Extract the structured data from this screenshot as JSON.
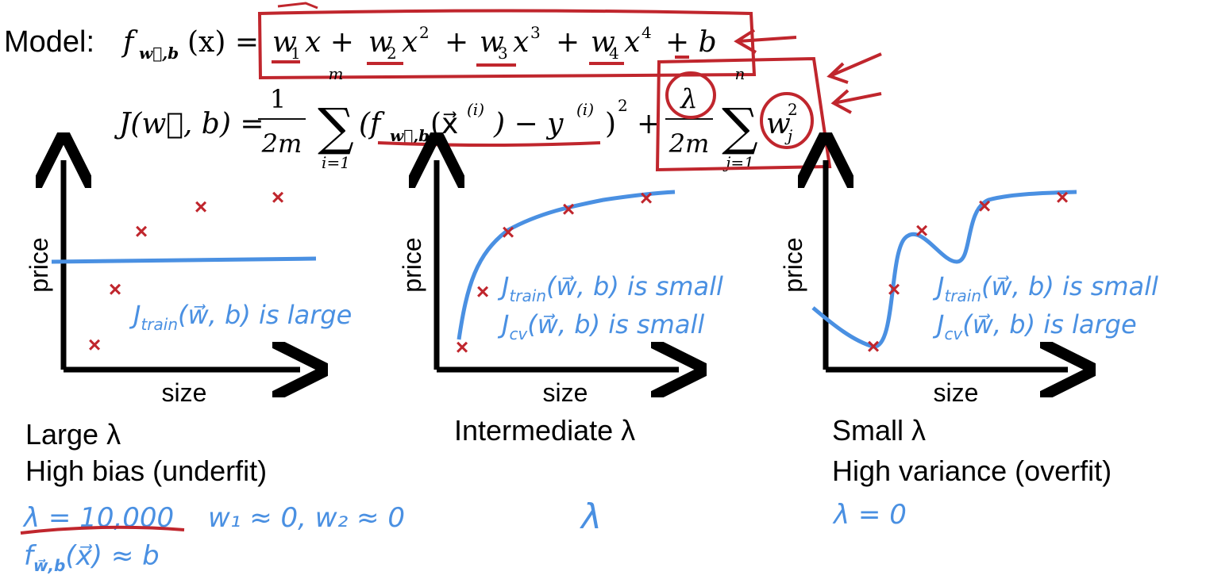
{
  "colors": {
    "ink": "#111111",
    "annotation_red": "#c0262d",
    "annotation_blue": "#4a90e2"
  },
  "equations": {
    "model_label": "Model:",
    "model_lhs": "f",
    "model_sub": "w⃗,b",
    "model_arg": "(x) =",
    "model_terms": {
      "t1": "w",
      "t1_sub": "1",
      "t1_x": "x +",
      "t2": "w",
      "t2_sub": "2",
      "t2_x": "x",
      "t2_pow": "2",
      "t2_plus": "+",
      "t3": "w",
      "t3_sub": "3",
      "t3_x": "x",
      "t3_pow": "3",
      "t3_plus": "+",
      "t4": "w",
      "t4_sub": "4",
      "t4_x": "x",
      "t4_pow": "4",
      "t4_plus": "+ b"
    },
    "cost_lhs": "J(w⃗, b) =",
    "frac1_num": "1",
    "frac1_den": "2m",
    "sum1_top": "m",
    "sum1_bottom": "i=1",
    "cost_term": "(f",
    "cost_term_sub": "w⃗,b",
    "cost_term_mid": "(x⃗",
    "cost_term_sup_i": "(i)",
    "cost_term_minus": ") − y",
    "cost_term_sup_i2": "(i)",
    "cost_term_close": ")",
    "cost_term_sq": "2",
    "cost_plus": "+",
    "frac2_num": "λ",
    "frac2_den": "2m",
    "sum2_top": "n",
    "sum2_bottom": "j=1",
    "reg_w": "w",
    "reg_sub": "j",
    "reg_sup": "2"
  },
  "panels": [
    {
      "y_label": "price",
      "x_label": "size",
      "note_lines": [
        "J",
        "train",
        "(w⃗, b) is large"
      ],
      "caption": [
        "Large λ",
        "High bias (underfit)"
      ],
      "handwritten": [
        "λ = 10,000",
        "w₁ ≈ 0, w₂ ≈ 0",
        "f",
        "w⃗,b",
        "(x⃗) ≈ b"
      ]
    },
    {
      "y_label": "price",
      "x_label": "size",
      "note_line1": [
        "J",
        "train",
        "(w⃗, b) is small"
      ],
      "note_line2": [
        "J",
        "cv",
        "(w⃗, b) is small"
      ],
      "caption": [
        "Intermediate λ"
      ],
      "handwritten": [
        "λ"
      ]
    },
    {
      "y_label": "price",
      "x_label": "size",
      "note_line1": [
        "J",
        "train",
        "(w⃗, b) is small"
      ],
      "note_line2": [
        "J",
        "cv",
        "(w⃗, b) is large"
      ],
      "caption": [
        "Small λ",
        "High variance (overfit)"
      ],
      "handwritten": [
        "λ = 0"
      ]
    }
  ]
}
